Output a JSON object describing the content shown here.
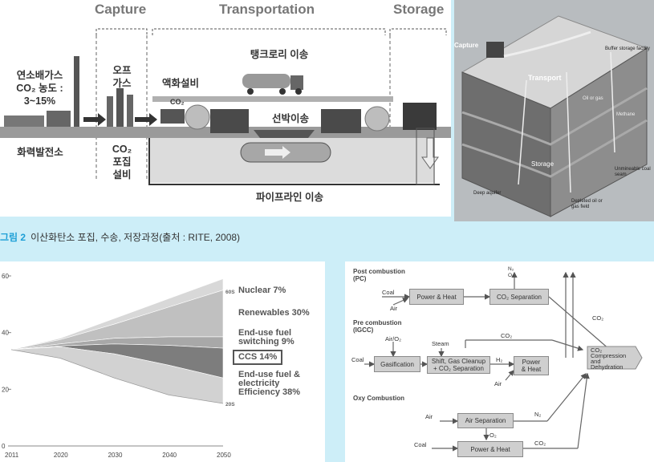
{
  "process": {
    "stage_capture": "Capture",
    "stage_transport": "Transportation",
    "stage_storage": "Storage",
    "flue_gas": [
      "연소배가스",
      "CO₂ 농도 :",
      "3~15%"
    ],
    "off_gas": [
      "오프",
      "가스"
    ],
    "liquefaction": "액화설비",
    "co2_tag": "CO₂",
    "tank_lorry": "탱크로리 이송",
    "ship": "선박이송",
    "power_plant": "화력발전소",
    "capture_facility": [
      "CO₂",
      "포집",
      "설비"
    ],
    "pipeline": "파이프라인 이송"
  },
  "iso": {
    "capture": "Capture",
    "transport": "Transport",
    "buffer": "Buffer storage facility",
    "storage": "Storage",
    "oil_gas": "Oil or gas",
    "methane": "Methane",
    "deep_aquifer": "Deep aquifer",
    "depleted": "Depleted oil or gas field",
    "coal_seam": "Unmineable coal seam"
  },
  "caption": {
    "number": "그림 2",
    "text": "이산화탄소 포집, 수송, 저장과정(출처 : RITE, 2008)"
  },
  "wedge": {
    "end_top": "60S",
    "end_bottom": "20S",
    "labels": [
      {
        "name": "Nuclear",
        "pct": "7%"
      },
      {
        "name": "Renewables",
        "pct": "30%"
      },
      {
        "name": "End-use fuel switching",
        "pct": "9%"
      },
      {
        "name": "CCS",
        "pct": "14%"
      },
      {
        "name": "End-use fuel & electricity Efficiency",
        "pct": "38%"
      }
    ]
  },
  "chart_data": {
    "type": "area",
    "x": [
      2011,
      2020,
      2030,
      2040,
      2050
    ],
    "y_ticks": [
      0,
      20,
      40,
      60
    ],
    "x_ticks": [
      "2011",
      "2020",
      "2030",
      "2040",
      "2050"
    ],
    "ylim": [
      0,
      60
    ],
    "title": "",
    "xlabel": "",
    "ylabel": "",
    "series": [
      {
        "name": "End-use fuel & electricity Efficiency",
        "color": "#d2d2d2",
        "values": [
          34,
          35,
          32.5,
          28.5,
          24
        ]
      },
      {
        "name": "CCS",
        "color": "#7d7d7d",
        "values": [
          34,
          35.3,
          36,
          35.5,
          34.5
        ]
      },
      {
        "name": "End-use fuel switching",
        "color": "#a8a8a8",
        "values": [
          34,
          36,
          38,
          38.5,
          38.5
        ]
      },
      {
        "name": "Renewables",
        "color": "#c0c0c0",
        "values": [
          34,
          37.5,
          43,
          49,
          55
        ]
      },
      {
        "name": "Nuclear",
        "color": "#d8d8d8",
        "values": [
          34,
          38,
          45,
          52,
          59
        ]
      }
    ],
    "bottom": [
      34,
      31,
      24,
      18,
      15
    ]
  },
  "flow": {
    "post_title": [
      "Post combustion",
      "(PC)"
    ],
    "pre_title": [
      "Pre combustion",
      "(IGCC)"
    ],
    "oxy_title": "Oxy Combustion",
    "coal": "Coal",
    "air": "Air",
    "air_o2": "Air/O₂",
    "steam": "Steam",
    "co2": "CO₂",
    "n2": "N₂",
    "n2_o2": [
      "N₂",
      "O₂"
    ],
    "h2": "H₂",
    "o2": "O₂",
    "power_heat": "Power & Heat",
    "co2_separation": "CO₂ Separation",
    "gasification": "Gasification",
    "shift": [
      "Shift, Gas Cleanup",
      "+ CO₂ Separation"
    ],
    "power_heat_2": [
      "Power",
      "& Heat"
    ],
    "air_separation": "Air Separation",
    "compression": [
      "CO₂",
      "Compression",
      "and",
      "Dehydration"
    ]
  }
}
